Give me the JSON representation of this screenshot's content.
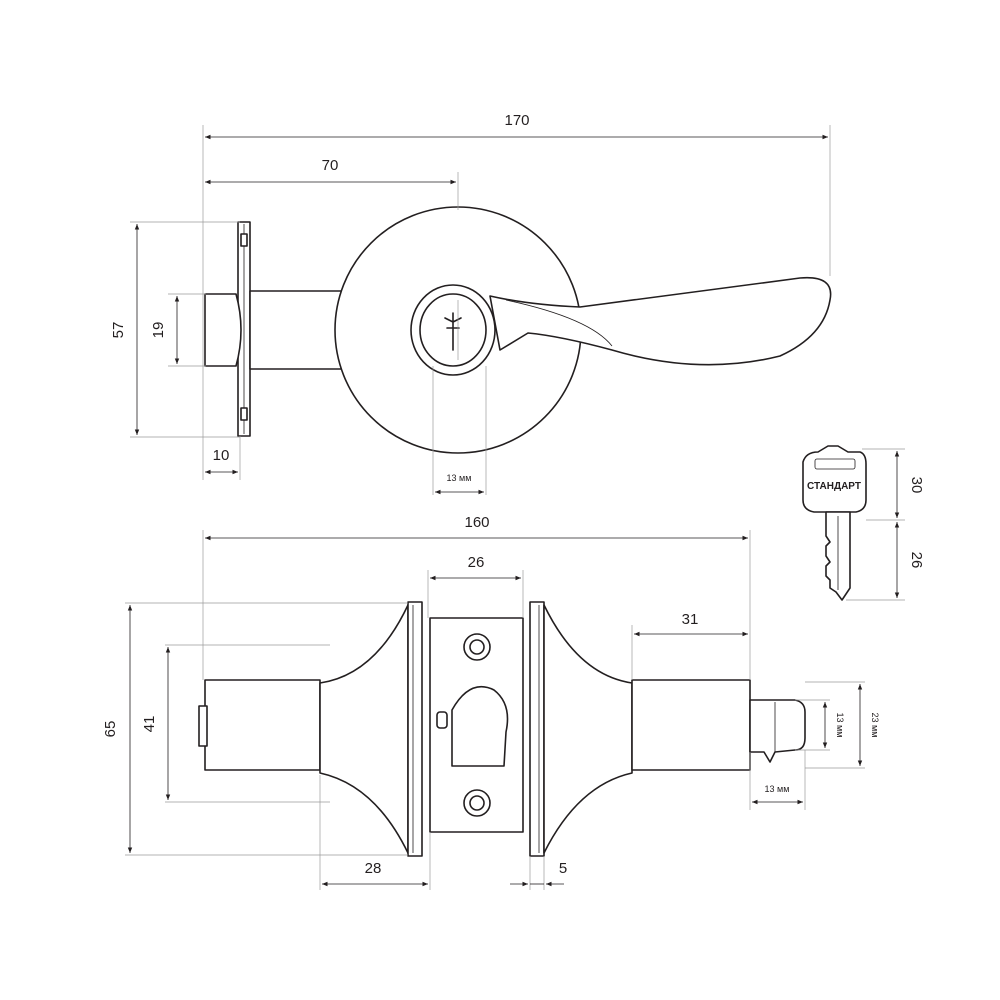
{
  "dimensions": {
    "overall_length": "170",
    "to_axis": "70",
    "rose_height": "57",
    "latch_face": "19",
    "faceplate_depth": "10",
    "cylinder": "13 мм",
    "body_length": "160",
    "plate_width": "26",
    "spindle_length": "31",
    "rose_diameter": "65",
    "inner_diameter": "41",
    "tail_width": "13 мм",
    "tail_height": "23 мм",
    "tail_length": "13 мм",
    "flange_depth": "28",
    "rose_thickness": "5",
    "key_head": "30",
    "key_blade": "26"
  },
  "key": {
    "brand": "СТАНДАРТ"
  },
  "colors": {
    "line": "#231f20",
    "guide": "#9a9a9a",
    "background": "#ffffff"
  }
}
